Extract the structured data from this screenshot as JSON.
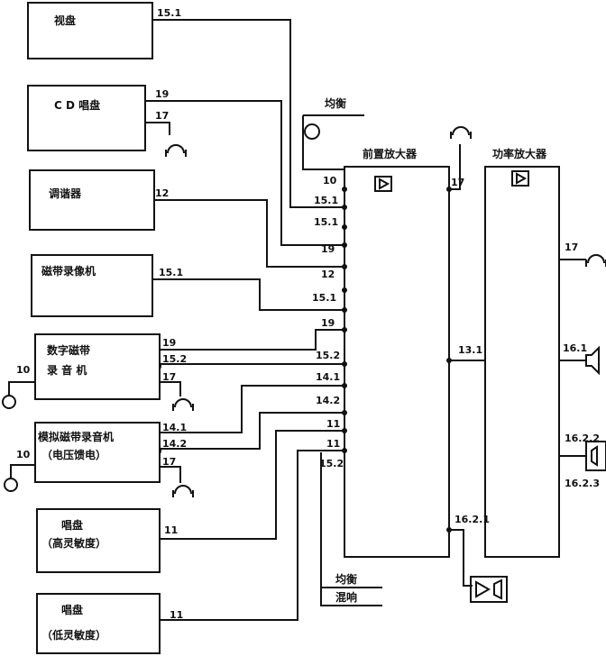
{
  "devices": {
    "video_disc": "视盘",
    "cd": "C D 唱盘",
    "tuner": "调谐器",
    "vcr": "磁带录像机",
    "dat_line1": "数字磁带",
    "dat_line2": "录 音 机",
    "analog_line1": "模拟磁带录音机",
    "analog_line2": "（电压馈电）",
    "phono_high_line1": "唱盘",
    "phono_high_line2": "（高灵敏度）",
    "phono_low_line1": "唱盘",
    "phono_low_line2": "（低灵敏度）"
  },
  "amplifiers": {
    "preamp": "前置放大器",
    "power_amp": "功率放大器"
  },
  "controls": {
    "balance_top": "均衡",
    "balance_bottom": "均衡",
    "mix": "混响"
  },
  "numbers": {
    "vd_out": "15.1",
    "cd_out": "19",
    "cd_hp": "17",
    "tuner_out": "12",
    "vcr_out": "15.1",
    "dat_out": "19",
    "dat_in": "15.2",
    "dat_hp": "17",
    "dat_mic": "10",
    "an_out1": "14.1",
    "an_out2": "14.2",
    "an_hp": "17",
    "an_mic": "10",
    "ph_high": "11",
    "ph_low": "11",
    "pre_10": "10",
    "pre_15_1a": "15.1",
    "pre_15_1b": "15.1",
    "pre_19a": "19",
    "pre_12": "12",
    "pre_15_1c": "15.1",
    "pre_19b": "19",
    "pre_15_2a": "15.2",
    "pre_14_1": "14.1",
    "pre_14_2": "14.2",
    "pre_11a": "11",
    "pre_11b": "11",
    "pre_15_2b": "15.2",
    "pre_hp": "17",
    "pre_out": "13.1",
    "pre_16_2_1": "16.2.1",
    "pa_hp": "17",
    "pa_16_1": "16.1",
    "pa_16_2_2": "16.2.2",
    "pa_16_2_3": "16.2.3"
  }
}
